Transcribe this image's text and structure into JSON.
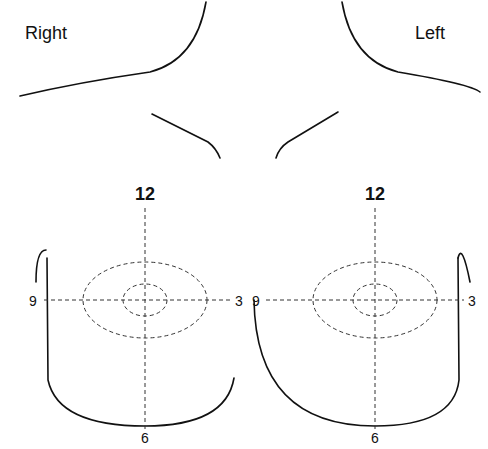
{
  "diagram": {
    "labels": [
      "Right",
      "Left",
      "12",
      "9",
      "3",
      "6",
      "12",
      "9",
      "3",
      "6"
    ]
  }
}
